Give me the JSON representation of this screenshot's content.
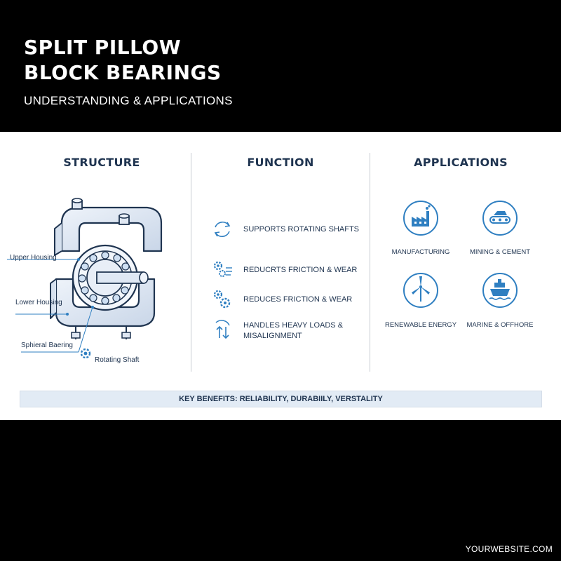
{
  "header": {
    "title_line1": "SPLIT PILLOW",
    "title_line2": "BLOCK BEARINGS",
    "subtitle": "UNDERSTANDING & APPLICATIONS"
  },
  "structure": {
    "heading": "STRUCTURE",
    "callouts": [
      "Upper Housing",
      "Lower Housing",
      "Sphieral Baering",
      "Rotating Shaft"
    ]
  },
  "function": {
    "heading": "FUNCTION",
    "items": [
      {
        "icon": "rotate-arrows-icon",
        "label": "SUPPORTS ROTATING SHAFTS"
      },
      {
        "icon": "gears-arrows-icon",
        "label": "REDUCRTS FRICTION & WEAR"
      },
      {
        "icon": "gears-icon",
        "label": "REDUCES FRICTION & WEAR"
      },
      {
        "icon": "load-arrows-icon",
        "label": "HANDLES HEAVY LOADS & MISALIGNMENT"
      }
    ]
  },
  "applications": {
    "heading": "APPLICATIONS",
    "items": [
      {
        "icon": "factory-icon",
        "label": "MANUFACTURING"
      },
      {
        "icon": "conveyor-icon",
        "label": "MINING & CEMENT"
      },
      {
        "icon": "wind-turbine-icon",
        "label": "RENEWABLE ENERGY"
      },
      {
        "icon": "ship-icon",
        "label": "MARINE & OFFHORE"
      }
    ]
  },
  "benefits": "KEY BENEFITS: RELIABILITY, DURABIILY, VERSTALITY",
  "footer": {
    "url": "YOURWEBSITE.COM"
  },
  "colors": {
    "accent": "#2f7fc1",
    "navy": "#1f3450",
    "light": "#e2ebf5"
  }
}
